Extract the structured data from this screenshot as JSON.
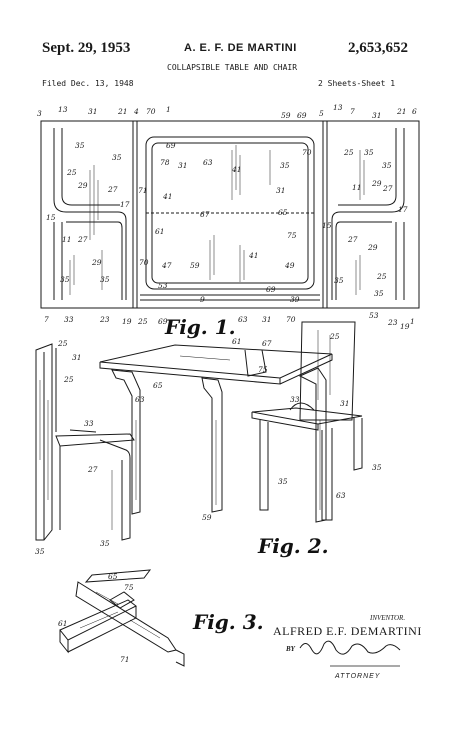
{
  "header": {
    "date": "Sept. 29, 1953",
    "inventor": "A. E. F. DE MARTINI",
    "patent_number": "2,653,652",
    "title": "COLLAPSIBLE TABLE AND CHAIR",
    "filed": "Filed Dec. 13, 1948",
    "sheet": "2 Sheets-Sheet 1"
  },
  "figures": {
    "fig1": "Fig. 1.",
    "fig2": "Fig. 2.",
    "fig3": "Fig. 3."
  },
  "labels": {
    "l3": "3",
    "l13": "13",
    "l31": "31",
    "l21": "21",
    "l4": "4",
    "l70": "70",
    "l1": "1",
    "l59": "59",
    "l69": "69",
    "l5": "5",
    "l7": "7",
    "l6": "6",
    "l35": "35",
    "l25": "25",
    "l29": "29",
    "l27": "27",
    "l17": "17",
    "l15": "15",
    "l11": "11",
    "l41": "41",
    "l67": "67",
    "l61": "61",
    "l63": "63",
    "l78": "78",
    "l71": "71",
    "l65": "65",
    "l75": "75",
    "l47": "47",
    "l53": "53",
    "l9": "9",
    "l49": "49",
    "l23": "23",
    "l19": "19",
    "l33": "33",
    "l39": "39"
  },
  "inventor_block": {
    "label": "INVENTOR.",
    "name": "ALFRED E.F. DEMARTINI",
    "by": "BY",
    "attorney": "ATTORNEY"
  }
}
